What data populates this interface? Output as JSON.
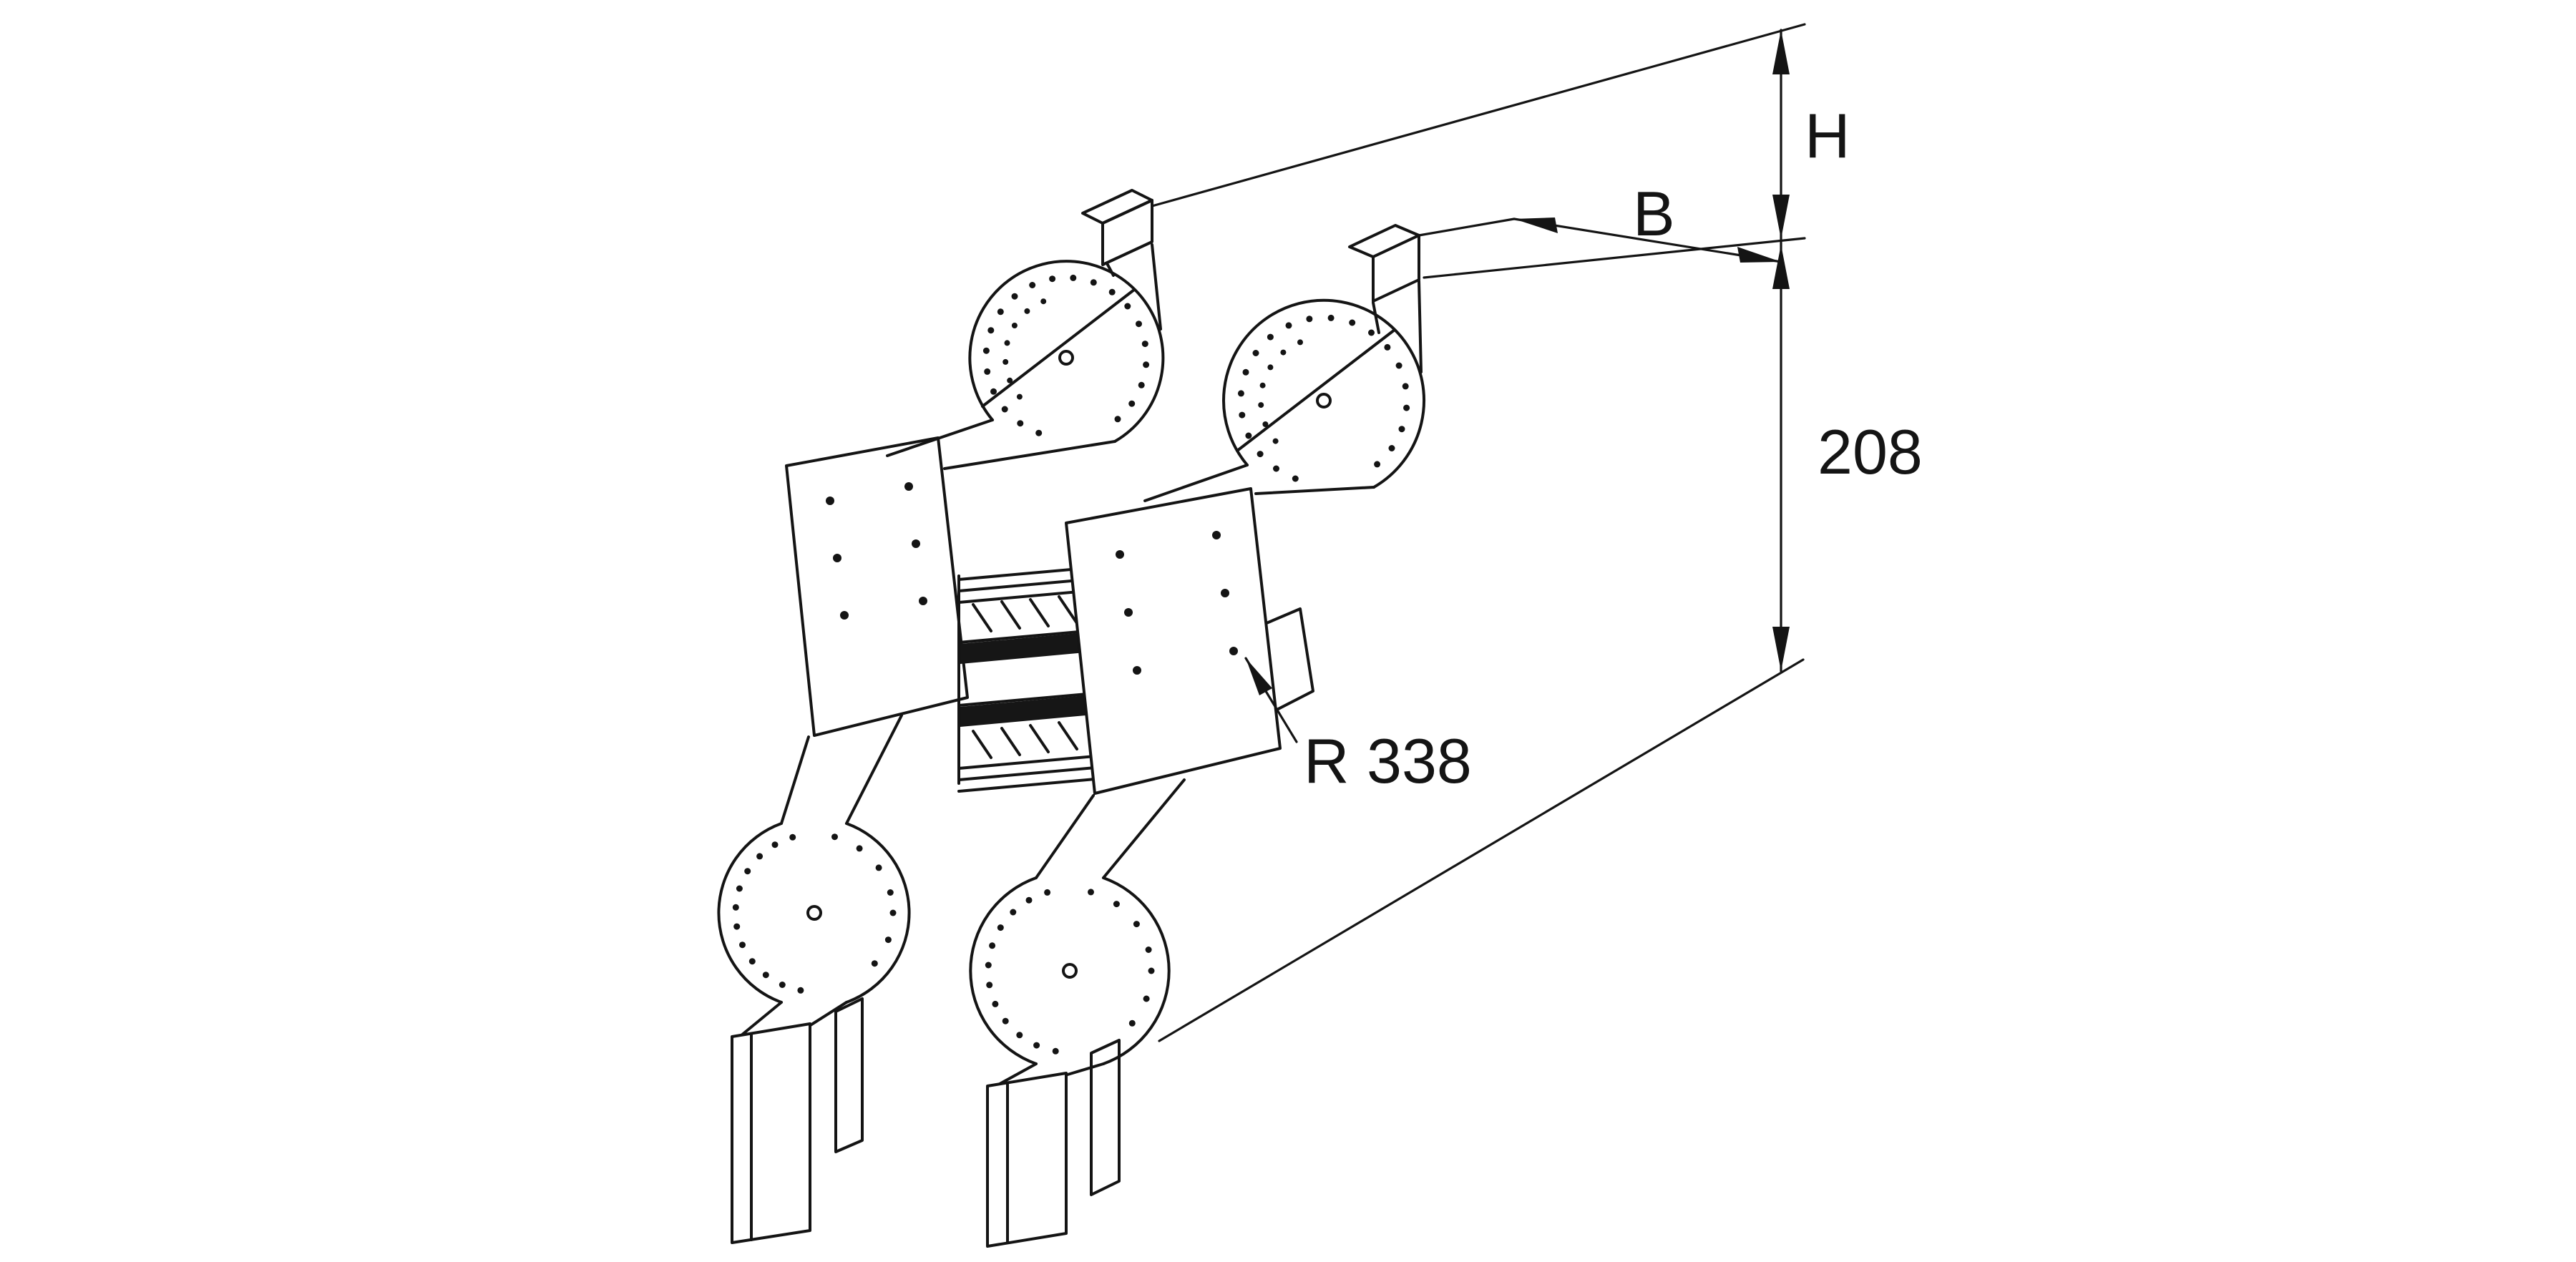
{
  "drawing": {
    "kind": "technical line drawing",
    "subject": "adjustable cable-ladder riser bend, isometric view",
    "background_color": "#ffffff",
    "line_color": "#141414"
  },
  "annotations": {
    "h_label": "H",
    "b_label": "B",
    "rise_dimension": "208",
    "radius_dimension": "R 338"
  }
}
